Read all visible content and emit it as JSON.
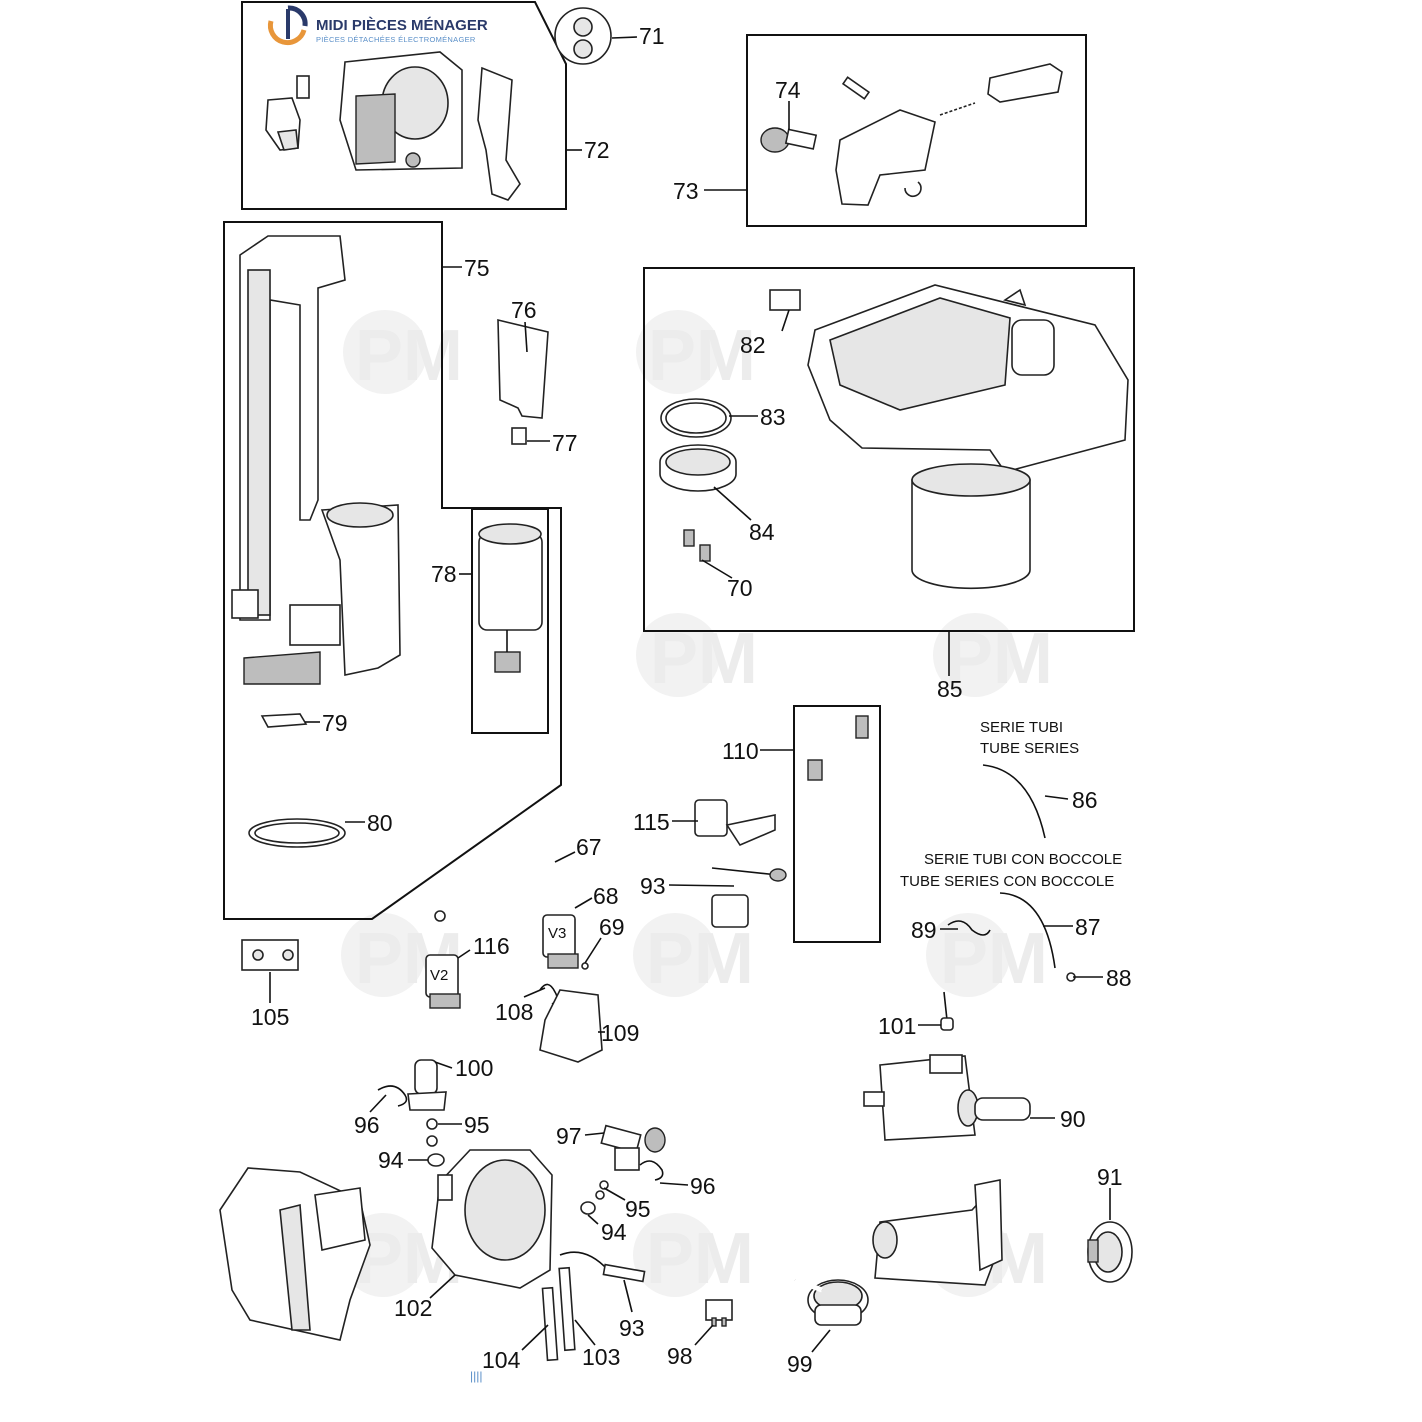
{
  "brand": {
    "name": "MIDI PIÈCES MÉNAGER",
    "tagline": "PIÈCES DÉTACHÉES ÉLECTROMÉNAGER",
    "watermark": "PM",
    "colors": {
      "primary": "#2a3a6a",
      "accent": "#e8963a",
      "secondary": "#5a8fc8"
    }
  },
  "notes": {
    "tube_series_it": "SERIE TUBI",
    "tube_series_en": "TUBE SERIES",
    "tube_series_bushings_it": "SERIE TUBI CON BOCCOLE",
    "tube_series_bushings_en": "TUBE SERIES CON BOCCOLE"
  },
  "valve_markings": {
    "v2": "V2",
    "v3": "V3"
  },
  "corner_mark": "||||",
  "labels": {
    "p67": "67",
    "p68": "68",
    "p69": "69",
    "p70": "70",
    "p71": "71",
    "p72": "72",
    "p73": "73",
    "p74": "74",
    "p75": "75",
    "p76": "76",
    "p77": "77",
    "p78": "78",
    "p79": "79",
    "p80": "80",
    "p82": "82",
    "p83": "83",
    "p84": "84",
    "p85": "85",
    "p86": "86",
    "p87": "87",
    "p88": "88",
    "p89": "89",
    "p90": "90",
    "p91": "91",
    "p93a": "93",
    "p93b": "93",
    "p94a": "94",
    "p94b": "94",
    "p95a": "95",
    "p95b": "95",
    "p96a": "96",
    "p96b": "96",
    "p97": "97",
    "p98": "98",
    "p99": "99",
    "p100": "100",
    "p101": "101",
    "p102": "102",
    "p103": "103",
    "p104": "104",
    "p105": "105",
    "p108": "108",
    "p109": "109",
    "p110": "110",
    "p115": "115",
    "p116": "116"
  }
}
